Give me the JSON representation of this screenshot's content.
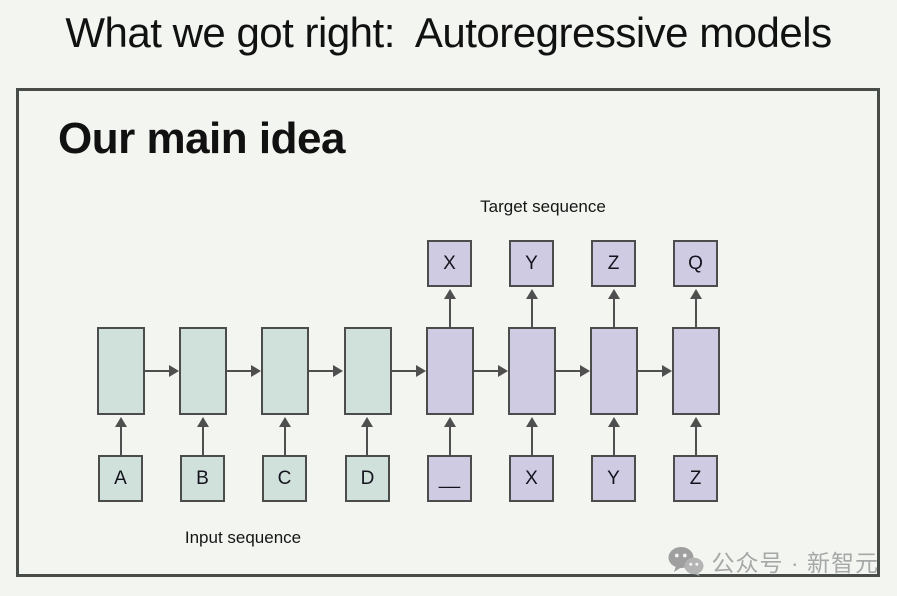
{
  "slide": {
    "title": "What we got right:  Autoregressive models",
    "heading": "Our main idea"
  },
  "diagram": {
    "target_sequence_label": "Target sequence",
    "input_sequence_label": "Input sequence",
    "target_tokens": [
      "X",
      "Y",
      "Z",
      "Q"
    ],
    "input_tokens": [
      "A",
      "B",
      "C",
      "D",
      "__",
      "X",
      "Y",
      "Z"
    ],
    "encoder_cell_count": 4,
    "decoder_cell_count": 4,
    "colors": {
      "encoder_fill": "#d0e0da",
      "decoder_fill": "#cecbe3",
      "stroke": "#4c4c4c",
      "background": "#f2f5f0"
    }
  },
  "watermark": {
    "icon": "wechat-icon",
    "text": "公众号 · 新智元"
  }
}
